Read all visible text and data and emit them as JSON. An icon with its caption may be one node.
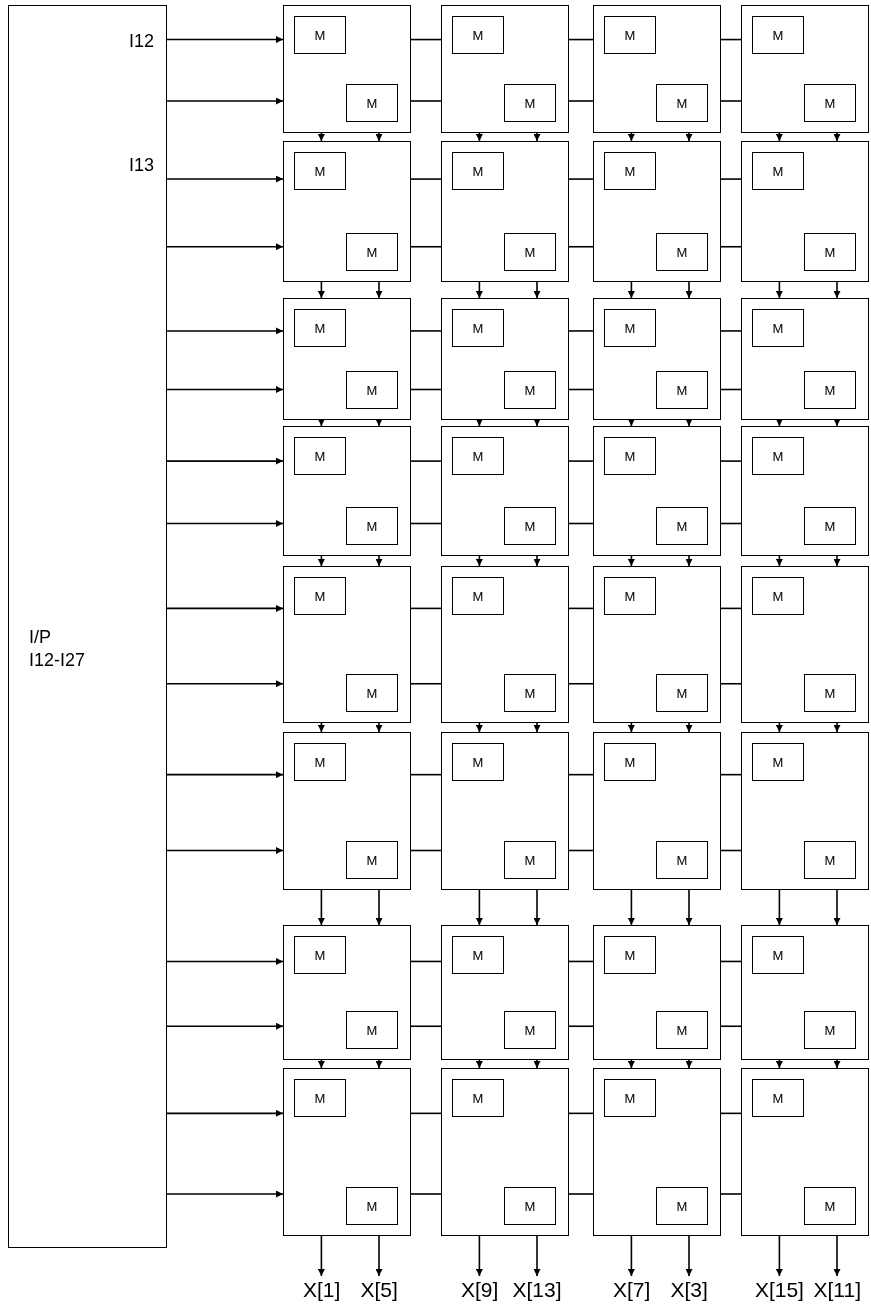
{
  "diagram": {
    "nodes": [
      {
        "text": [
          "I12",
          "I13",
          "I/P I12-I27"
        ]
      },
      {
        "text": [],
        "shape": "box"
      },
      {
        "text": [
          "M"
        ],
        "in": 1
      },
      {
        "text": [
          "M"
        ],
        "in": 1
      },
      {
        "text": [],
        "shape": "box"
      },
      {
        "text": [
          "M"
        ],
        "in": 4
      },
      {
        "text": [
          "M"
        ],
        "in": 4
      },
      {
        "text": [],
        "shape": "box"
      },
      {
        "text": [
          "M"
        ],
        "in": 7
      },
      {
        "text": [
          "M"
        ],
        "in": 7
      },
      {
        "text": [],
        "shape": "box"
      },
      {
        "text": [
          "M"
        ],
        "in": 10
      },
      {
        "text": [
          "M"
        ],
        "in": 10
      },
      {
        "text": [],
        "shape": "box"
      },
      {
        "text": [
          "M"
        ],
        "in": 13
      },
      {
        "text": [
          "M"
        ],
        "in": 13
      },
      {
        "text": [],
        "shape": "box"
      },
      {
        "text": [
          "M"
        ],
        "in": 16
      },
      {
        "text": [
          "M"
        ],
        "in": 16
      },
      {
        "text": [],
        "shape": "box"
      },
      {
        "text": [
          "M"
        ],
        "in": 19
      },
      {
        "text": [
          "M"
        ],
        "in": 19
      },
      {
        "text": [],
        "shape": "box"
      },
      {
        "text": [
          "M"
        ],
        "in": 22
      },
      {
        "text": [
          "M"
        ],
        "in": 22
      },
      {
        "text": [],
        "shape": "box"
      },
      {
        "text": [
          "M"
        ],
        "in": 25
      },
      {
        "text": [
          "M"
        ],
        "in": 25
      },
      {
        "text": [],
        "shape": "box"
      },
      {
        "text": [
          "M"
        ],
        "in": 28
      },
      {
        "text": [
          "M"
        ],
        "in": 28
      },
      {
        "text": [],
        "shape": "box"
      },
      {
        "text": [
          "M"
        ],
        "in": 31
      },
      {
        "text": [
          "M"
        ],
        "in": 31
      },
      {
        "text": [],
        "shape": "box"
      },
      {
        "text": [
          "M"
        ],
        "in": 34
      },
      {
        "text": [
          "M"
        ],
        "in": 34
      },
      {
        "text": [],
        "shape": "box"
      },
      {
        "text": [
          "M"
        ],
        "in": 37
      },
      {
        "text": [
          "M"
        ],
        "in": 37
      },
      {
        "text": [],
        "shape": "box"
      },
      {
        "text": [
          "M"
        ],
        "in": 40
      },
      {
        "text": [
          "M"
        ],
        "in": 40
      },
      {
        "text": [],
        "shape": "box"
      },
      {
        "text": [
          "M"
        ],
        "in": 43
      },
      {
        "text": [
          "M"
        ],
        "in": 43
      },
      {
        "text": [],
        "shape": "box"
      },
      {
        "text": [
          "M"
        ],
        "in": 46
      },
      {
        "text": [
          "M"
        ],
        "in": 46
      },
      {
        "text": [],
        "shape": "box"
      },
      {
        "text": [
          "M"
        ],
        "in": 49
      },
      {
        "text": [
          "M"
        ],
        "in": 49
      },
      {
        "text": [],
        "shape": "box"
      },
      {
        "text": [
          "M"
        ],
        "in": 52
      },
      {
        "text": [
          "M"
        ],
        "in": 52
      },
      {
        "text": [],
        "shape": "box"
      },
      {
        "text": [
          "M"
        ],
        "in": 55
      },
      {
        "text": [
          "M"
        ],
        "in": 55
      },
      {
        "text": [],
        "shape": "box"
      },
      {
        "text": [
          "M"
        ],
        "in": 58
      },
      {
        "text": [
          "M"
        ],
        "in": 58
      },
      {
        "text": [],
        "shape": "box"
      },
      {
        "text": [
          "M"
        ],
        "in": 61
      },
      {
        "text": [
          "M"
        ],
        "in": 61
      },
      {
        "text": [],
        "shape": "box"
      },
      {
        "text": [
          "M"
        ],
        "in": 64
      },
      {
        "text": [
          "M"
        ],
        "in": 64
      },
      {
        "text": [],
        "shape": "box"
      },
      {
        "text": [
          "M"
        ],
        "in": 67
      },
      {
        "text": [
          "M"
        ],
        "in": 67
      },
      {
        "text": [],
        "shape": "box"
      },
      {
        "text": [
          "M"
        ],
        "in": 70
      },
      {
        "text": [
          "M"
        ],
        "in": 70
      },
      {
        "text": [],
        "shape": "box"
      },
      {
        "text": [
          "M"
        ],
        "in": 73
      },
      {
        "text": [
          "M"
        ],
        "in": 73
      },
      {
        "text": [],
        "shape": "box"
      },
      {
        "text": [
          "M"
        ],
        "in": 76
      },
      {
        "text": [
          "M"
        ],
        "in": 76
      },
      {
        "text": [],
        "shape": "box"
      },
      {
        "text": [
          "M"
        ],
        "in": 79
      },
      {
        "text": [
          "M"
        ],
        "in": 79
      },
      {
        "text": [],
        "shape": "box"
      },
      {
        "text": [
          "M"
        ],
        "in": 82
      },
      {
        "text": [
          "M"
        ],
        "in": 82
      },
      {
        "text": [],
        "shape": "box"
      },
      {
        "text": [
          "M"
        ],
        "in": 85
      },
      {
        "text": [
          "M"
        ],
        "in": 85
      },
      {
        "text": [],
        "shape": "box"
      },
      {
        "text": [
          "M"
        ],
        "in": 88
      },
      {
        "text": [
          "M"
        ],
        "in": 88
      },
      {
        "text": [],
        "shape": "box"
      },
      {
        "text": [
          "M"
        ],
        "in": 91
      },
      {
        "text": [
          "M"
        ],
        "in": 91
      },
      {
        "text": [],
        "shape": "box"
      },
      {
        "text": [
          "M"
        ],
        "in": 94
      },
      {
        "text": [
          "M"
        ],
        "in": 94
      },
      {
        "text": [
          "X[1]"
        ]
      },
      {
        "text": [
          "X[5]"
        ]
      },
      {
        "text": [
          "X[9]"
        ]
      },
      {
        "text": [
          "X[13]"
        ]
      },
      {
        "text": [
          "X[7]"
        ]
      },
      {
        "text": [
          "X[3]"
        ]
      },
      {
        "text": [
          "X[15]"
        ]
      },
      {
        "text": [
          "X[11]"
        ]
      }
    ],
    "edges": [
      {
        "from": 0,
        "to": 1,
        "arrow": "to"
      },
      {
        "from": 0,
        "to": 1,
        "arrow": "to"
      },
      {
        "from": 0,
        "to": 13,
        "arrow": "to"
      },
      {
        "from": 0,
        "to": 13,
        "arrow": "to"
      },
      {
        "from": 0,
        "to": 25,
        "arrow": "to"
      },
      {
        "from": 0,
        "to": 25,
        "arrow": "to"
      },
      {
        "from": 0,
        "to": 37,
        "arrow": "to"
      },
      {
        "from": 0,
        "to": 37,
        "arrow": "to"
      },
      {
        "from": 0,
        "to": 49,
        "arrow": "to"
      },
      {
        "from": 0,
        "to": 49,
        "arrow": "to"
      },
      {
        "from": 0,
        "to": 61,
        "arrow": "to"
      },
      {
        "from": 0,
        "to": 61,
        "arrow": "to"
      },
      {
        "from": 0,
        "to": 73,
        "arrow": "to"
      },
      {
        "from": 0,
        "to": 73,
        "arrow": "to"
      },
      {
        "from": 0,
        "to": 85,
        "arrow": "to"
      },
      {
        "from": 0,
        "to": 85,
        "arrow": "to"
      },
      {
        "from": 1,
        "to": 4,
        "arrow": "none"
      },
      {
        "from": 1,
        "to": 4,
        "arrow": "none"
      },
      {
        "from": 4,
        "to": 7,
        "arrow": "none"
      },
      {
        "from": 4,
        "to": 7,
        "arrow": "none"
      },
      {
        "from": 7,
        "to": 10,
        "arrow": "none"
      },
      {
        "from": 7,
        "to": 10,
        "arrow": "none"
      },
      {
        "from": 13,
        "to": 16,
        "arrow": "none"
      },
      {
        "from": 13,
        "to": 16,
        "arrow": "none"
      },
      {
        "from": 16,
        "to": 19,
        "arrow": "none"
      },
      {
        "from": 16,
        "to": 19,
        "arrow": "none"
      },
      {
        "from": 19,
        "to": 22,
        "arrow": "none"
      },
      {
        "from": 19,
        "to": 22,
        "arrow": "none"
      },
      {
        "from": 25,
        "to": 28,
        "arrow": "none"
      },
      {
        "from": 25,
        "to": 28,
        "arrow": "none"
      },
      {
        "from": 28,
        "to": 31,
        "arrow": "none"
      },
      {
        "from": 28,
        "to": 31,
        "arrow": "none"
      },
      {
        "from": 31,
        "to": 34,
        "arrow": "none"
      },
      {
        "from": 31,
        "to": 34,
        "arrow": "none"
      },
      {
        "from": 37,
        "to": 40,
        "arrow": "none"
      },
      {
        "from": 37,
        "to": 40,
        "arrow": "none"
      },
      {
        "from": 40,
        "to": 43,
        "arrow": "none"
      },
      {
        "from": 40,
        "to": 43,
        "arrow": "none"
      },
      {
        "from": 43,
        "to": 46,
        "arrow": "none"
      },
      {
        "from": 43,
        "to": 46,
        "arrow": "none"
      },
      {
        "from": 49,
        "to": 52,
        "arrow": "none"
      },
      {
        "from": 49,
        "to": 52,
        "arrow": "none"
      },
      {
        "from": 52,
        "to": 55,
        "arrow": "none"
      },
      {
        "from": 52,
        "to": 55,
        "arrow": "none"
      },
      {
        "from": 55,
        "to": 58,
        "arrow": "none"
      },
      {
        "from": 55,
        "to": 58,
        "arrow": "none"
      },
      {
        "from": 61,
        "to": 64,
        "arrow": "none"
      },
      {
        "from": 61,
        "to": 64,
        "arrow": "none"
      },
      {
        "from": 64,
        "to": 67,
        "arrow": "none"
      },
      {
        "from": 64,
        "to": 67,
        "arrow": "none"
      },
      {
        "from": 67,
        "to": 70,
        "arrow": "none"
      },
      {
        "from": 67,
        "to": 70,
        "arrow": "none"
      },
      {
        "from": 73,
        "to": 76,
        "arrow": "none"
      },
      {
        "from": 73,
        "to": 76,
        "arrow": "none"
      },
      {
        "from": 76,
        "to": 79,
        "arrow": "none"
      },
      {
        "from": 76,
        "to": 79,
        "arrow": "none"
      },
      {
        "from": 79,
        "to": 82,
        "arrow": "none"
      },
      {
        "from": 79,
        "to": 82,
        "arrow": "none"
      },
      {
        "from": 85,
        "to": 88,
        "arrow": "none"
      },
      {
        "from": 85,
        "to": 88,
        "arrow": "none"
      },
      {
        "from": 88,
        "to": 91,
        "arrow": "none"
      },
      {
        "from": 88,
        "to": 91,
        "arrow": "none"
      },
      {
        "from": 91,
        "to": 94,
        "arrow": "none"
      },
      {
        "from": 91,
        "to": 94,
        "arrow": "none"
      },
      {
        "from": 1,
        "to": 13,
        "arrow": "to"
      },
      {
        "from": 1,
        "to": 13,
        "arrow": "to"
      },
      {
        "from": 4,
        "to": 16,
        "arrow": "to"
      },
      {
        "from": 4,
        "to": 16,
        "arrow": "to"
      },
      {
        "from": 7,
        "to": 19,
        "arrow": "to"
      },
      {
        "from": 7,
        "to": 19,
        "arrow": "to"
      },
      {
        "from": 10,
        "to": 22,
        "arrow": "to"
      },
      {
        "from": 10,
        "to": 22,
        "arrow": "to"
      },
      {
        "from": 13,
        "to": 25,
        "arrow": "to"
      },
      {
        "from": 13,
        "to": 25,
        "arrow": "to"
      },
      {
        "from": 16,
        "to": 28,
        "arrow": "to"
      },
      {
        "from": 16,
        "to": 28,
        "arrow": "to"
      },
      {
        "from": 19,
        "to": 31,
        "arrow": "to"
      },
      {
        "from": 19,
        "to": 31,
        "arrow": "to"
      },
      {
        "from": 22,
        "to": 34,
        "arrow": "to"
      },
      {
        "from": 22,
        "to": 34,
        "arrow": "to"
      },
      {
        "from": 25,
        "to": 37,
        "arrow": "to"
      },
      {
        "from": 25,
        "to": 37,
        "arrow": "to"
      },
      {
        "from": 28,
        "to": 40,
        "arrow": "to"
      },
      {
        "from": 28,
        "to": 40,
        "arrow": "to"
      },
      {
        "from": 31,
        "to": 43,
        "arrow": "to"
      },
      {
        "from": 31,
        "to": 43,
        "arrow": "to"
      },
      {
        "from": 34,
        "to": 46,
        "arrow": "to"
      },
      {
        "from": 34,
        "to": 46,
        "arrow": "to"
      },
      {
        "from": 37,
        "to": 49,
        "arrow": "to"
      },
      {
        "from": 37,
        "to": 49,
        "arrow": "to"
      },
      {
        "from": 40,
        "to": 52,
        "arrow": "to"
      },
      {
        "from": 40,
        "to": 52,
        "arrow": "to"
      },
      {
        "from": 43,
        "to": 55,
        "arrow": "to"
      },
      {
        "from": 43,
        "to": 55,
        "arrow": "to"
      },
      {
        "from": 46,
        "to": 58,
        "arrow": "to"
      },
      {
        "from": 46,
        "to": 58,
        "arrow": "to"
      },
      {
        "from": 49,
        "to": 61,
        "arrow": "to"
      },
      {
        "from": 49,
        "to": 61,
        "arrow": "to"
      },
      {
        "from": 52,
        "to": 64,
        "arrow": "to"
      },
      {
        "from": 52,
        "to": 64,
        "arrow": "to"
      },
      {
        "from": 55,
        "to": 67,
        "arrow": "to"
      },
      {
        "from": 55,
        "to": 67,
        "arrow": "to"
      },
      {
        "from": 58,
        "to": 70,
        "arrow": "to"
      },
      {
        "from": 58,
        "to": 70,
        "arrow": "to"
      },
      {
        "from": 61,
        "to": 73,
        "arrow": "to"
      },
      {
        "from": 61,
        "to": 73,
        "arrow": "to"
      },
      {
        "from": 64,
        "to": 76,
        "arrow": "to"
      },
      {
        "from": 64,
        "to": 76,
        "arrow": "to"
      },
      {
        "from": 67,
        "to": 79,
        "arrow": "to"
      },
      {
        "from": 67,
        "to": 79,
        "arrow": "to"
      },
      {
        "from": 70,
        "to": 82,
        "arrow": "to"
      },
      {
        "from": 70,
        "to": 82,
        "arrow": "to"
      },
      {
        "from": 73,
        "to": 85,
        "arrow": "to"
      },
      {
        "from": 73,
        "to": 85,
        "arrow": "to"
      },
      {
        "from": 76,
        "to": 88,
        "arrow": "to"
      },
      {
        "from": 76,
        "to": 88,
        "arrow": "to"
      },
      {
        "from": 79,
        "to": 91,
        "arrow": "to"
      },
      {
        "from": 79,
        "to": 91,
        "arrow": "to"
      },
      {
        "from": 82,
        "to": 94,
        "arrow": "to"
      },
      {
        "from": 82,
        "to": 94,
        "arrow": "to"
      },
      {
        "from": 85,
        "to": 97,
        "arrow": "to"
      },
      {
        "from": 85,
        "to": 98,
        "arrow": "to"
      },
      {
        "from": 88,
        "to": 99,
        "arrow": "to"
      },
      {
        "from": 88,
        "to": 100,
        "arrow": "to"
      },
      {
        "from": 91,
        "to": 101,
        "arrow": "to"
      },
      {
        "from": 91,
        "to": 102,
        "arrow": "to"
      },
      {
        "from": 94,
        "to": 103,
        "arrow": "to"
      },
      {
        "from": 94,
        "to": 104,
        "arrow": "to"
      }
    ]
  }
}
